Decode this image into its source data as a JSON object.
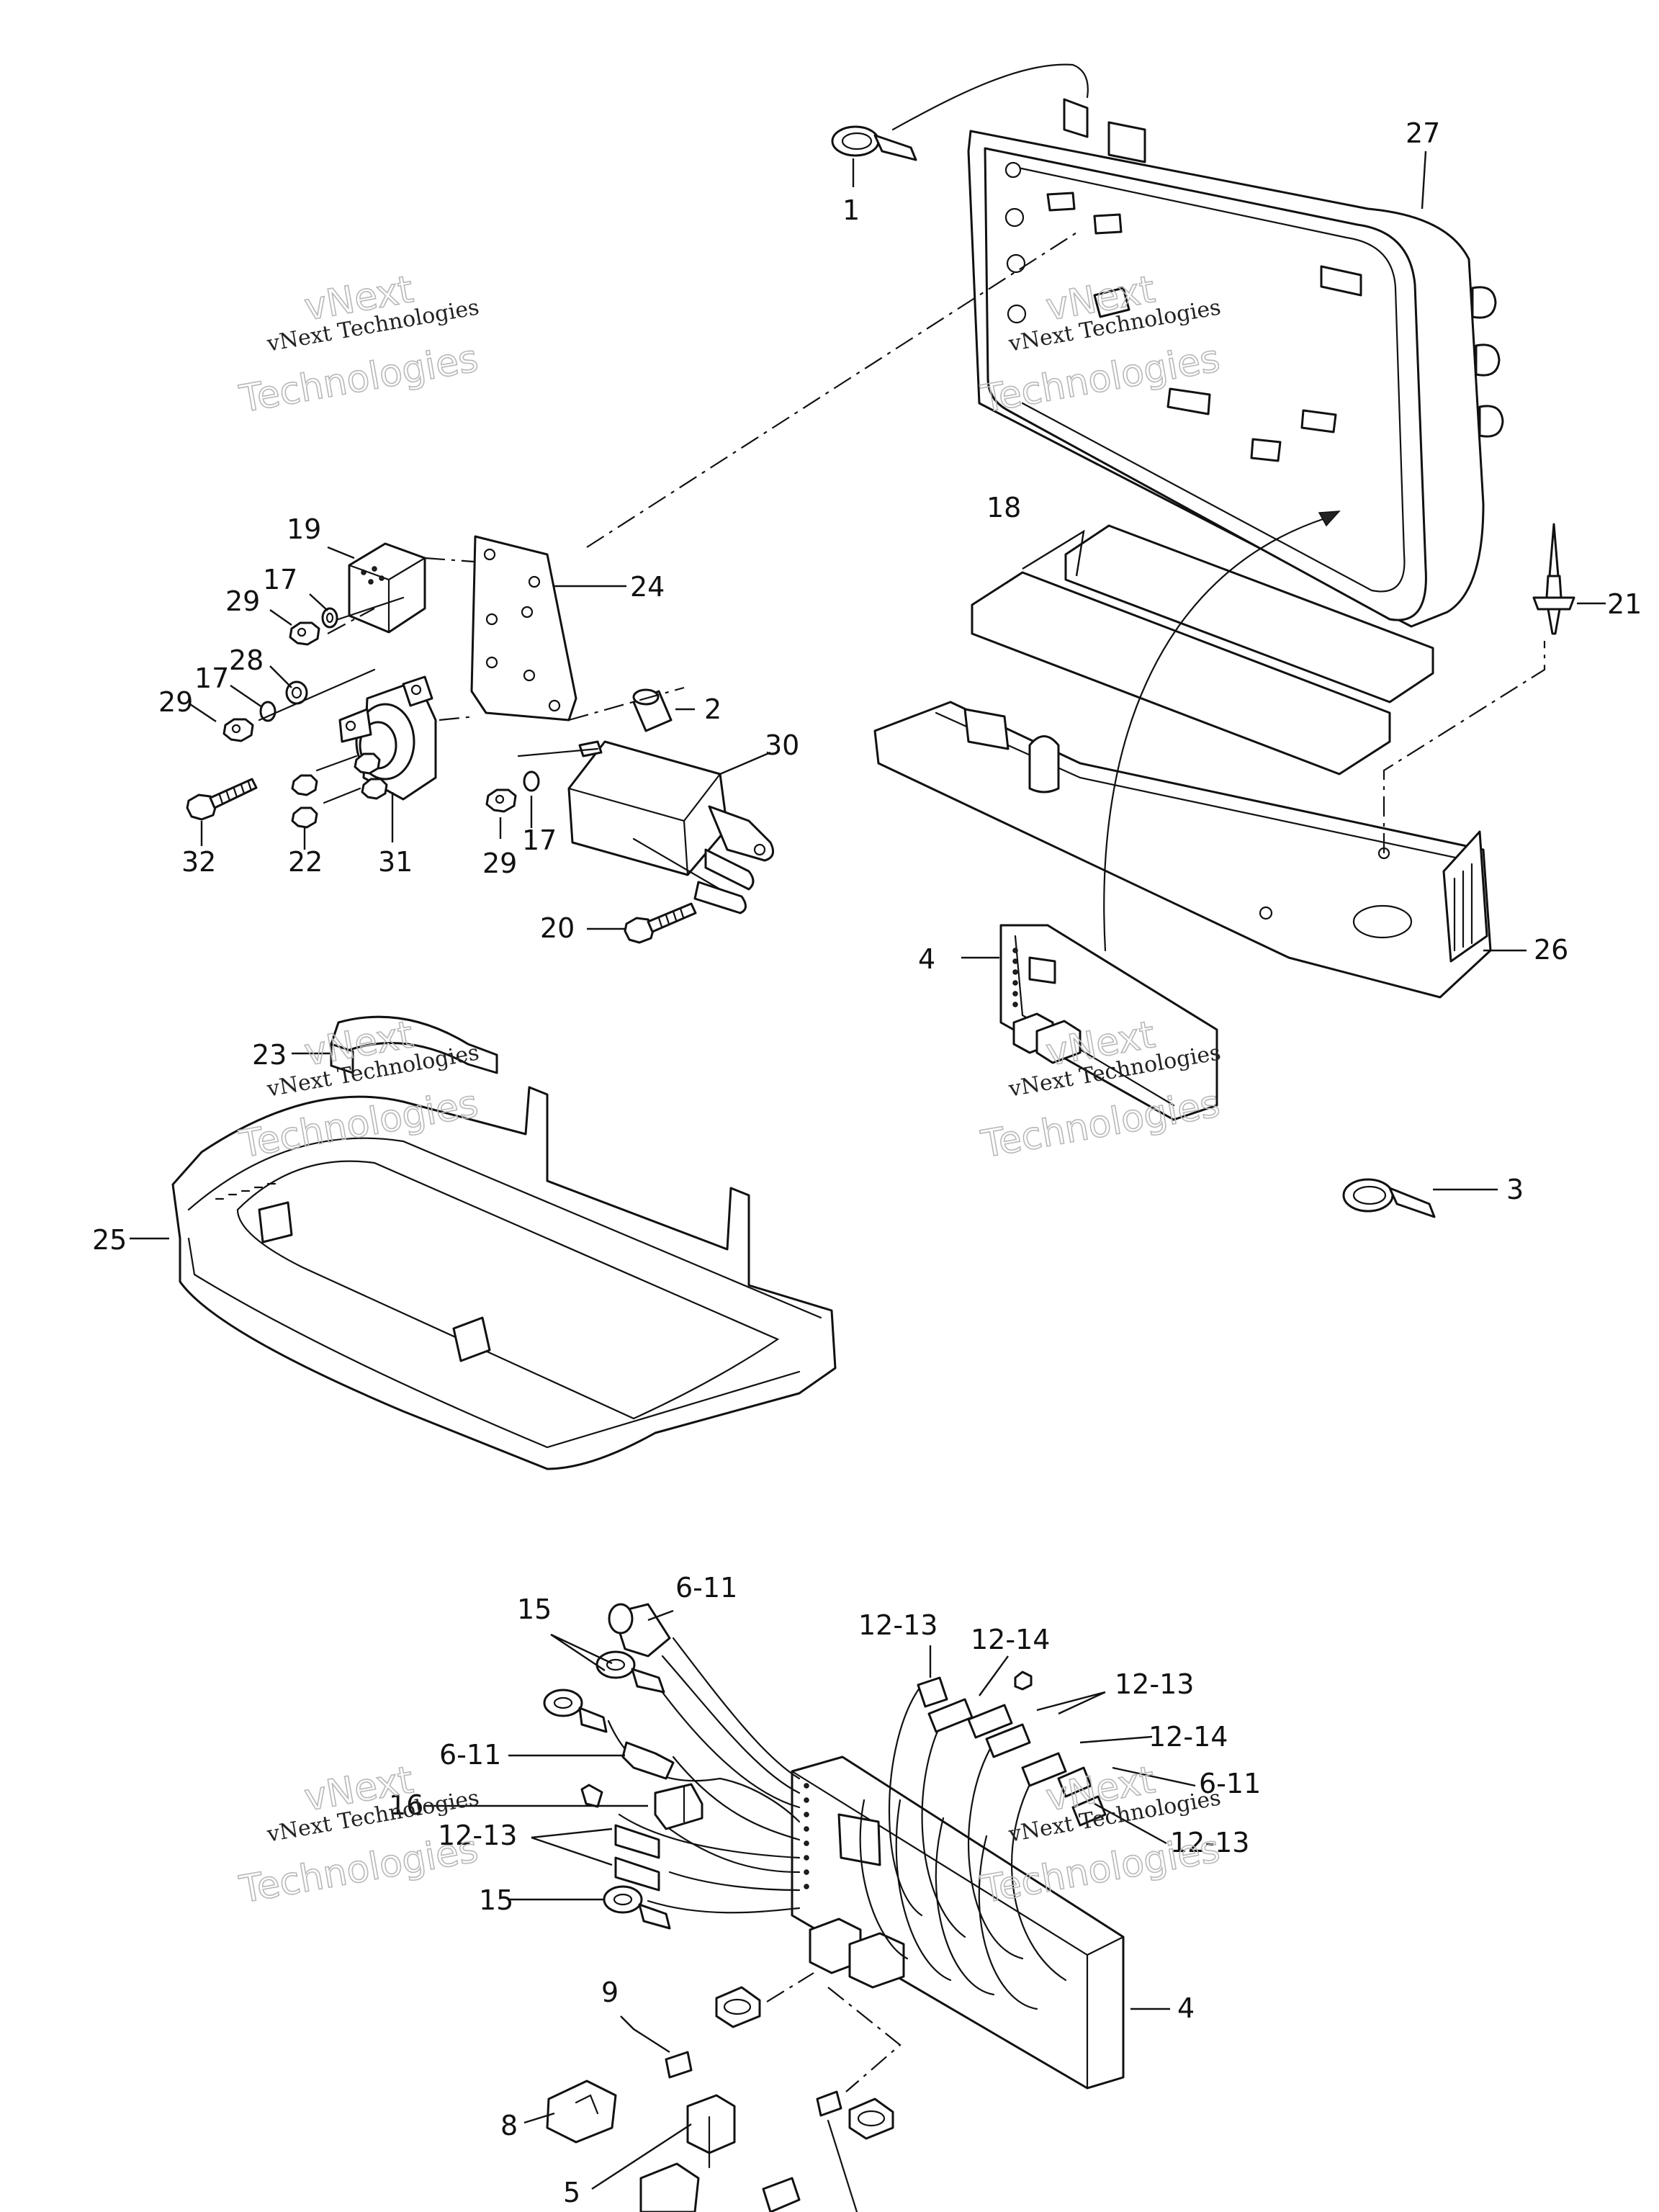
{
  "labels": {
    "p1": "1",
    "p2": "2",
    "p3": "3",
    "p4a": "4",
    "p4b": "4",
    "p5": "5",
    "p6_11a": "6-11",
    "p6_11b": "6-11",
    "p6_11c": "6-11",
    "p8": "8",
    "p9": "9",
    "p12_13a": "12-13",
    "p12_13b": "12-13",
    "p12_13c": "12-13",
    "p12_13d": "12-13",
    "p12_14a": "12-14",
    "p12_14b": "12-14",
    "p15a": "15",
    "p15b": "15",
    "p16": "16",
    "p17a": "17",
    "p17b": "17",
    "p17c": "17",
    "p18": "18",
    "p19": "19",
    "p20": "20",
    "p21": "21",
    "p22": "22",
    "p23": "23",
    "p24": "24",
    "p25": "25",
    "p26": "26",
    "p27": "27",
    "p28": "28",
    "p29a": "29",
    "p29b": "29",
    "p29c": "29",
    "p30": "30",
    "p31": "31",
    "p32": "32"
  },
  "watermark": {
    "line1": "vNext Technologies",
    "line2": "Technologies",
    "line3": "vNext"
  },
  "colors": {
    "ink": "#111111",
    "background": "#ffffff",
    "watermark": "#b8b8b8"
  }
}
